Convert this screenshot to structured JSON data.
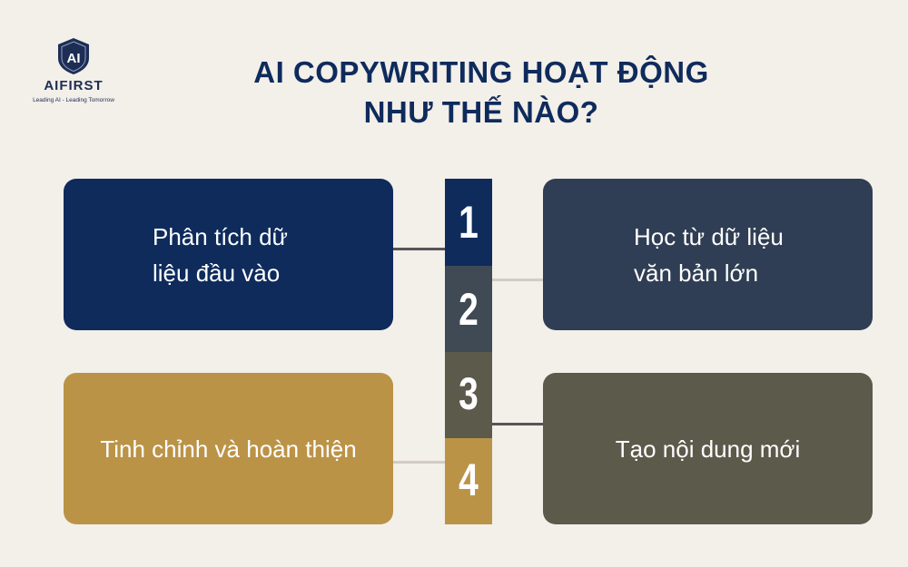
{
  "logo": {
    "mark": "AI",
    "name": "AIFIRST",
    "tagline": "Leading AI - Leading Tomorrow"
  },
  "title": {
    "line1": "AI COPYWRITING HOẠT ĐỘNG",
    "line2": "NHƯ THẾ NÀO?"
  },
  "steps": [
    {
      "number": "1",
      "label": "Phân tích dữ\nliệu đầu vào",
      "color": "#0e2b5c"
    },
    {
      "number": "2",
      "label": "Học từ dữ liệu\nvăn bản lớn",
      "color": "#2f3e54"
    },
    {
      "number": "3",
      "label": "Tạo nội dung mới",
      "color": "#5b5a4b"
    },
    {
      "number": "4",
      "label": "Tinh chỉnh và hoàn thiện",
      "color": "#bb9347"
    }
  ],
  "colors": {
    "background": "#f3efe9",
    "title": "#0e2b5c",
    "connector_dark": "#55555a",
    "connector_light": "#d2ccc2"
  }
}
